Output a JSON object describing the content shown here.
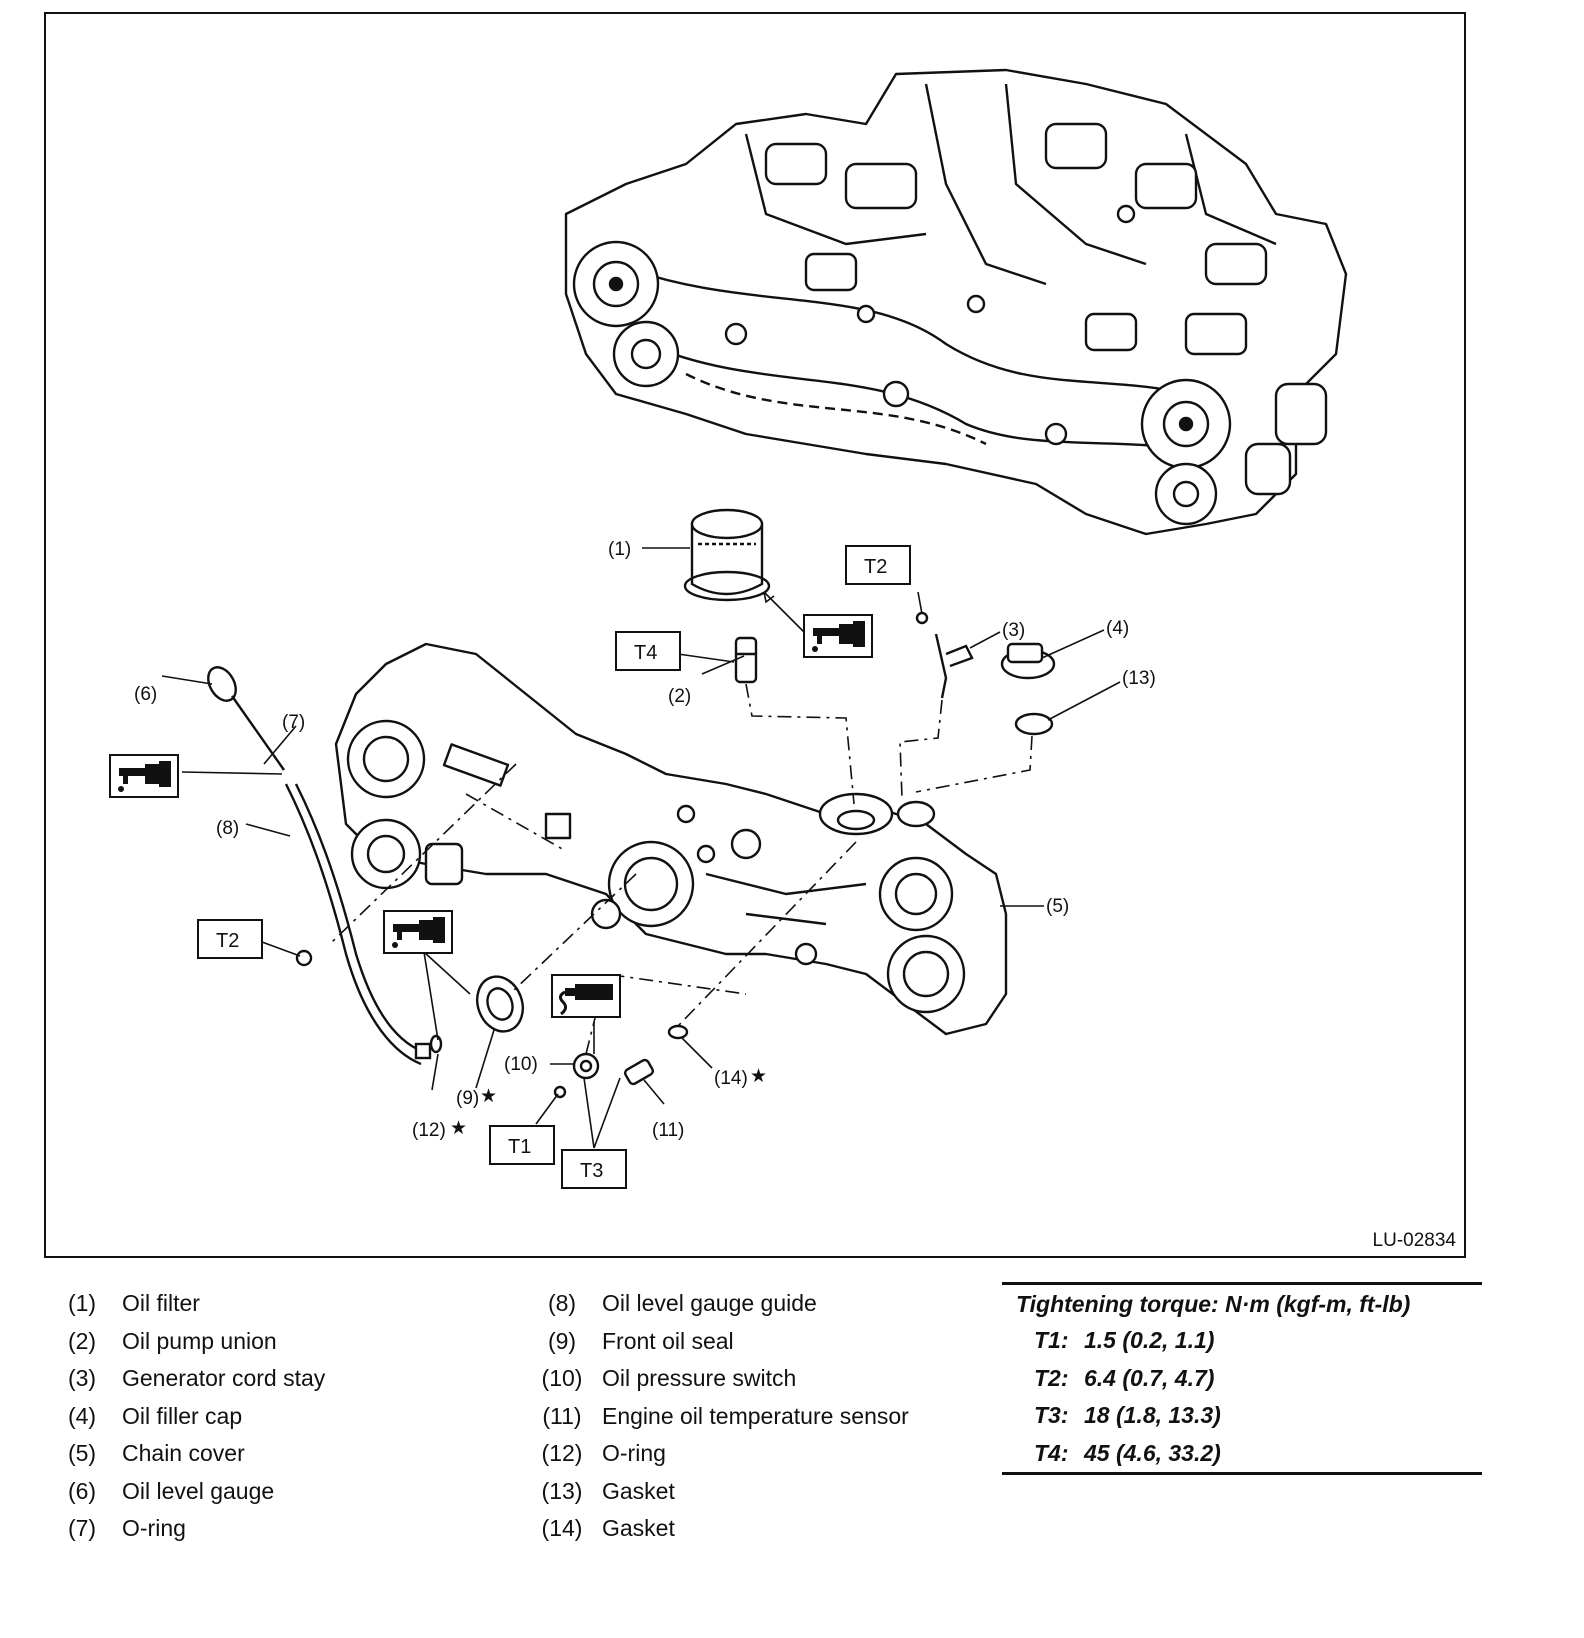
{
  "figure": {
    "id": "LU-02834",
    "callouts": {
      "c1": "(1)",
      "c2": "(2)",
      "c3": "(3)",
      "c4": "(4)",
      "c5": "(5)",
      "c6": "(6)",
      "c7": "(7)",
      "c8": "(8)",
      "c9": "(9)",
      "c10": "(10)",
      "c11": "(11)",
      "c12": "(12)",
      "c13": "(13)",
      "c14": "(14)"
    },
    "torque_boxes": {
      "t4": "T4",
      "t2_top": "T2",
      "t2_left": "T2",
      "t1": "T1",
      "t3": "T3"
    },
    "star_symbol": "★"
  },
  "legend": {
    "left": [
      {
        "num": "(1)",
        "label": "Oil filter"
      },
      {
        "num": "(2)",
        "label": "Oil pump union"
      },
      {
        "num": "(3)",
        "label": "Generator cord stay"
      },
      {
        "num": "(4)",
        "label": "Oil filler cap"
      },
      {
        "num": "(5)",
        "label": "Chain cover"
      },
      {
        "num": "(6)",
        "label": "Oil level gauge"
      },
      {
        "num": "(7)",
        "label": "O-ring"
      }
    ],
    "middle": [
      {
        "num": "(8)",
        "label": "Oil level gauge guide"
      },
      {
        "num": "(9)",
        "label": "Front oil seal"
      },
      {
        "num": "(10)",
        "label": "Oil pressure switch"
      },
      {
        "num": "(11)",
        "label": "Engine oil temperature sensor"
      },
      {
        "num": "(12)",
        "label": "O-ring"
      },
      {
        "num": "(13)",
        "label": "Gasket"
      },
      {
        "num": "(14)",
        "label": "Gasket"
      }
    ]
  },
  "torque": {
    "title": "Tightening torque: N·m (kgf-m, ft-lb)",
    "rows": [
      {
        "key": "T1:",
        "value": "1.5 (0.2, 1.1)"
      },
      {
        "key": "T2:",
        "value": "6.4 (0.7, 4.7)"
      },
      {
        "key": "T3:",
        "value": "18 (1.8, 13.3)"
      },
      {
        "key": "T4:",
        "value": "45 (4.6, 33.2)"
      }
    ]
  }
}
